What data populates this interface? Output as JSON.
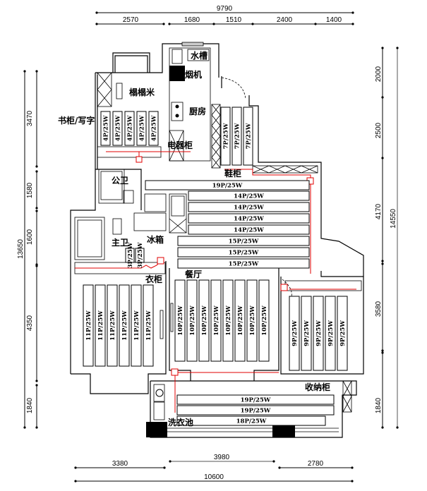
{
  "dimensions": {
    "top_total": "9790",
    "top_segments": [
      "2570",
      "1680",
      "1510",
      "2400",
      "1400"
    ],
    "bottom_segments": [
      "3380",
      "3980",
      "2780"
    ],
    "bottom_total": "10600",
    "left_total": "13650",
    "left_segments": [
      "3470",
      "1580",
      "1600",
      "4350",
      "1840"
    ],
    "right_total": "14550",
    "right_segments": [
      "2000",
      "2500",
      "4170",
      "3580",
      "1840"
    ]
  },
  "rooms": {
    "tatami": "榻榻米",
    "study": "书柜/写字",
    "water_heater": "水槽",
    "range_hood": "烟机",
    "kitchen": "厨房",
    "appliance_cabinet": "电器柜",
    "shoe_cabinet": "鞋柜",
    "public_bath": "公卫",
    "fridge": "冰箱",
    "master_bath": "主卫",
    "wardrobe": "衣柜",
    "dining": "餐厅",
    "storage": "收纳柜",
    "laundry": "洗衣池"
  },
  "radiators": {
    "study": [
      "4P/25W",
      "4P/25W",
      "4P/25W",
      "4P/25W",
      "4P/25W"
    ],
    "entry": [
      "7P/25W",
      "7P/25W",
      "7P/25W"
    ],
    "living": [
      "19P/25W",
      "14P/25W",
      "14P/25W",
      "14P/25W",
      "14P/25W",
      "15P/25W",
      "15P/25W",
      "15P/25W"
    ],
    "master_bath": [
      "3P/25W",
      "3P/25W"
    ],
    "bedroom_left": [
      "11P/25W",
      "11P/25W",
      "11P/25W",
      "11P/25W",
      "11P/25W",
      "11P/25W"
    ],
    "bedroom_mid": [
      "10P/25W",
      "10P/25W",
      "10P/25W",
      "10P/25W",
      "10P/25W",
      "10P/25W",
      "10P/25W",
      "10P/25W"
    ],
    "bedroom_right": [
      "9P/25W",
      "9P/25W",
      "9P/25W",
      "9P/25W",
      "9P/25W"
    ],
    "balcony": [
      "19P/25W",
      "19P/25W",
      "18P/25W"
    ]
  },
  "colors": {
    "pipe": "#e00000",
    "line": "#000000"
  }
}
